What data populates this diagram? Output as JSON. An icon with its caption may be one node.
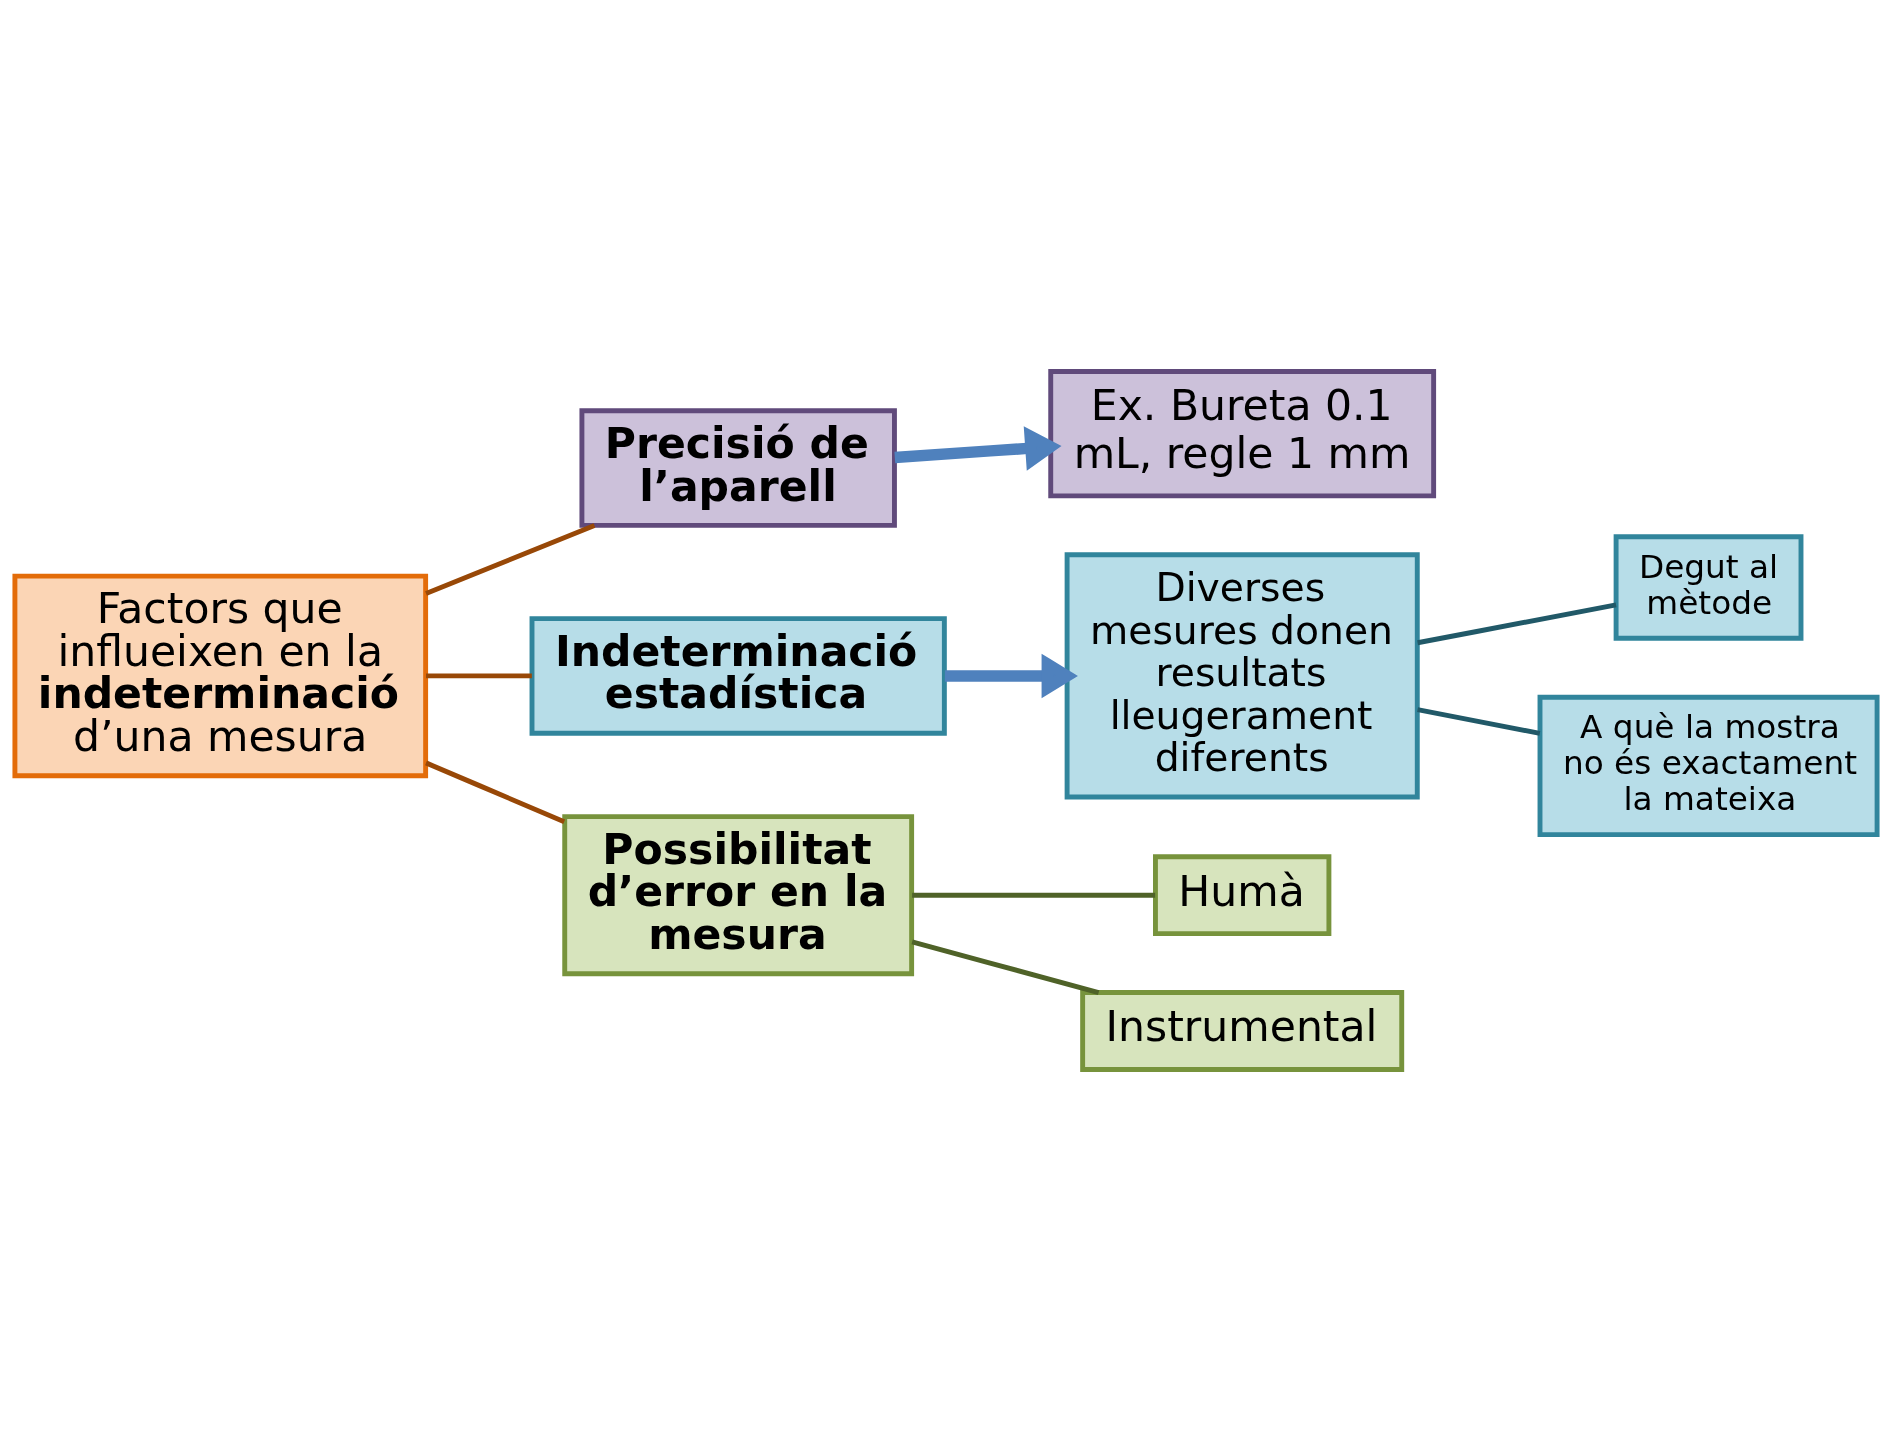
{
  "diagram": {
    "nodes": [
      {
        "text": [
          "Factors que influeixen en la **indeterminació** d’una mesura"
        ]
      },
      {
        "text": [
          "Precisió de l’aparell"
        ]
      },
      {
        "text": [
          "Ex. Bureta 0.1 mL, regle 1 mm"
        ]
      },
      {
        "text": [
          "Indeterminació estadística"
        ]
      },
      {
        "text": [
          "Diverses mesures donen resultats lleugerament diferents"
        ]
      },
      {
        "text": [
          "Degut al mètode"
        ]
      },
      {
        "text": [
          "A què la mostra no és exactament la mateixa"
        ]
      },
      {
        "text": [
          "Possibilitat d’error en la mesura"
        ]
      },
      {
        "text": [
          "Humà"
        ]
      },
      {
        "text": [
          "Instrumental"
        ]
      }
    ],
    "edges": [
      {
        "from": 0,
        "to": 1,
        "arrow": "none",
        "color": "#984807"
      },
      {
        "from": 0,
        "to": 3,
        "arrow": "none",
        "color": "#984807"
      },
      {
        "from": 0,
        "to": 7,
        "arrow": "none",
        "color": "#984807"
      },
      {
        "from": 1,
        "to": 2,
        "arrow": "to",
        "style": "thick",
        "color": "#4f81bd"
      },
      {
        "from": 3,
        "to": 4,
        "arrow": "to",
        "style": "thick",
        "color": "#4f81bd"
      },
      {
        "from": 4,
        "to": 5,
        "arrow": "none",
        "color": "#215968"
      },
      {
        "from": 4,
        "to": 6,
        "arrow": "none",
        "color": "#215968"
      },
      {
        "from": 7,
        "to": 8,
        "arrow": "none",
        "color": "#4f6228"
      },
      {
        "from": 7,
        "to": 9,
        "arrow": "none",
        "color": "#4f6228"
      }
    ]
  }
}
